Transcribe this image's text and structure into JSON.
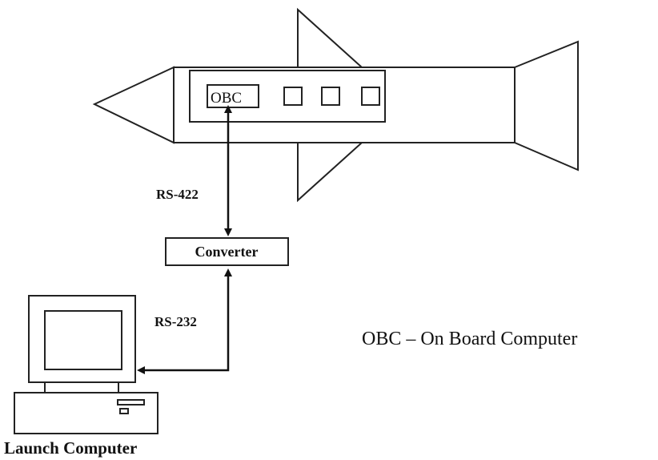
{
  "diagram": {
    "rocket": {
      "obc_label": "OBC"
    },
    "links": {
      "upper_label": "RS-422",
      "lower_label": "RS-232"
    },
    "converter": {
      "label": "Converter"
    },
    "computer": {
      "label": "Launch Computer"
    },
    "legend": {
      "text": "OBC – On Board Computer"
    }
  }
}
